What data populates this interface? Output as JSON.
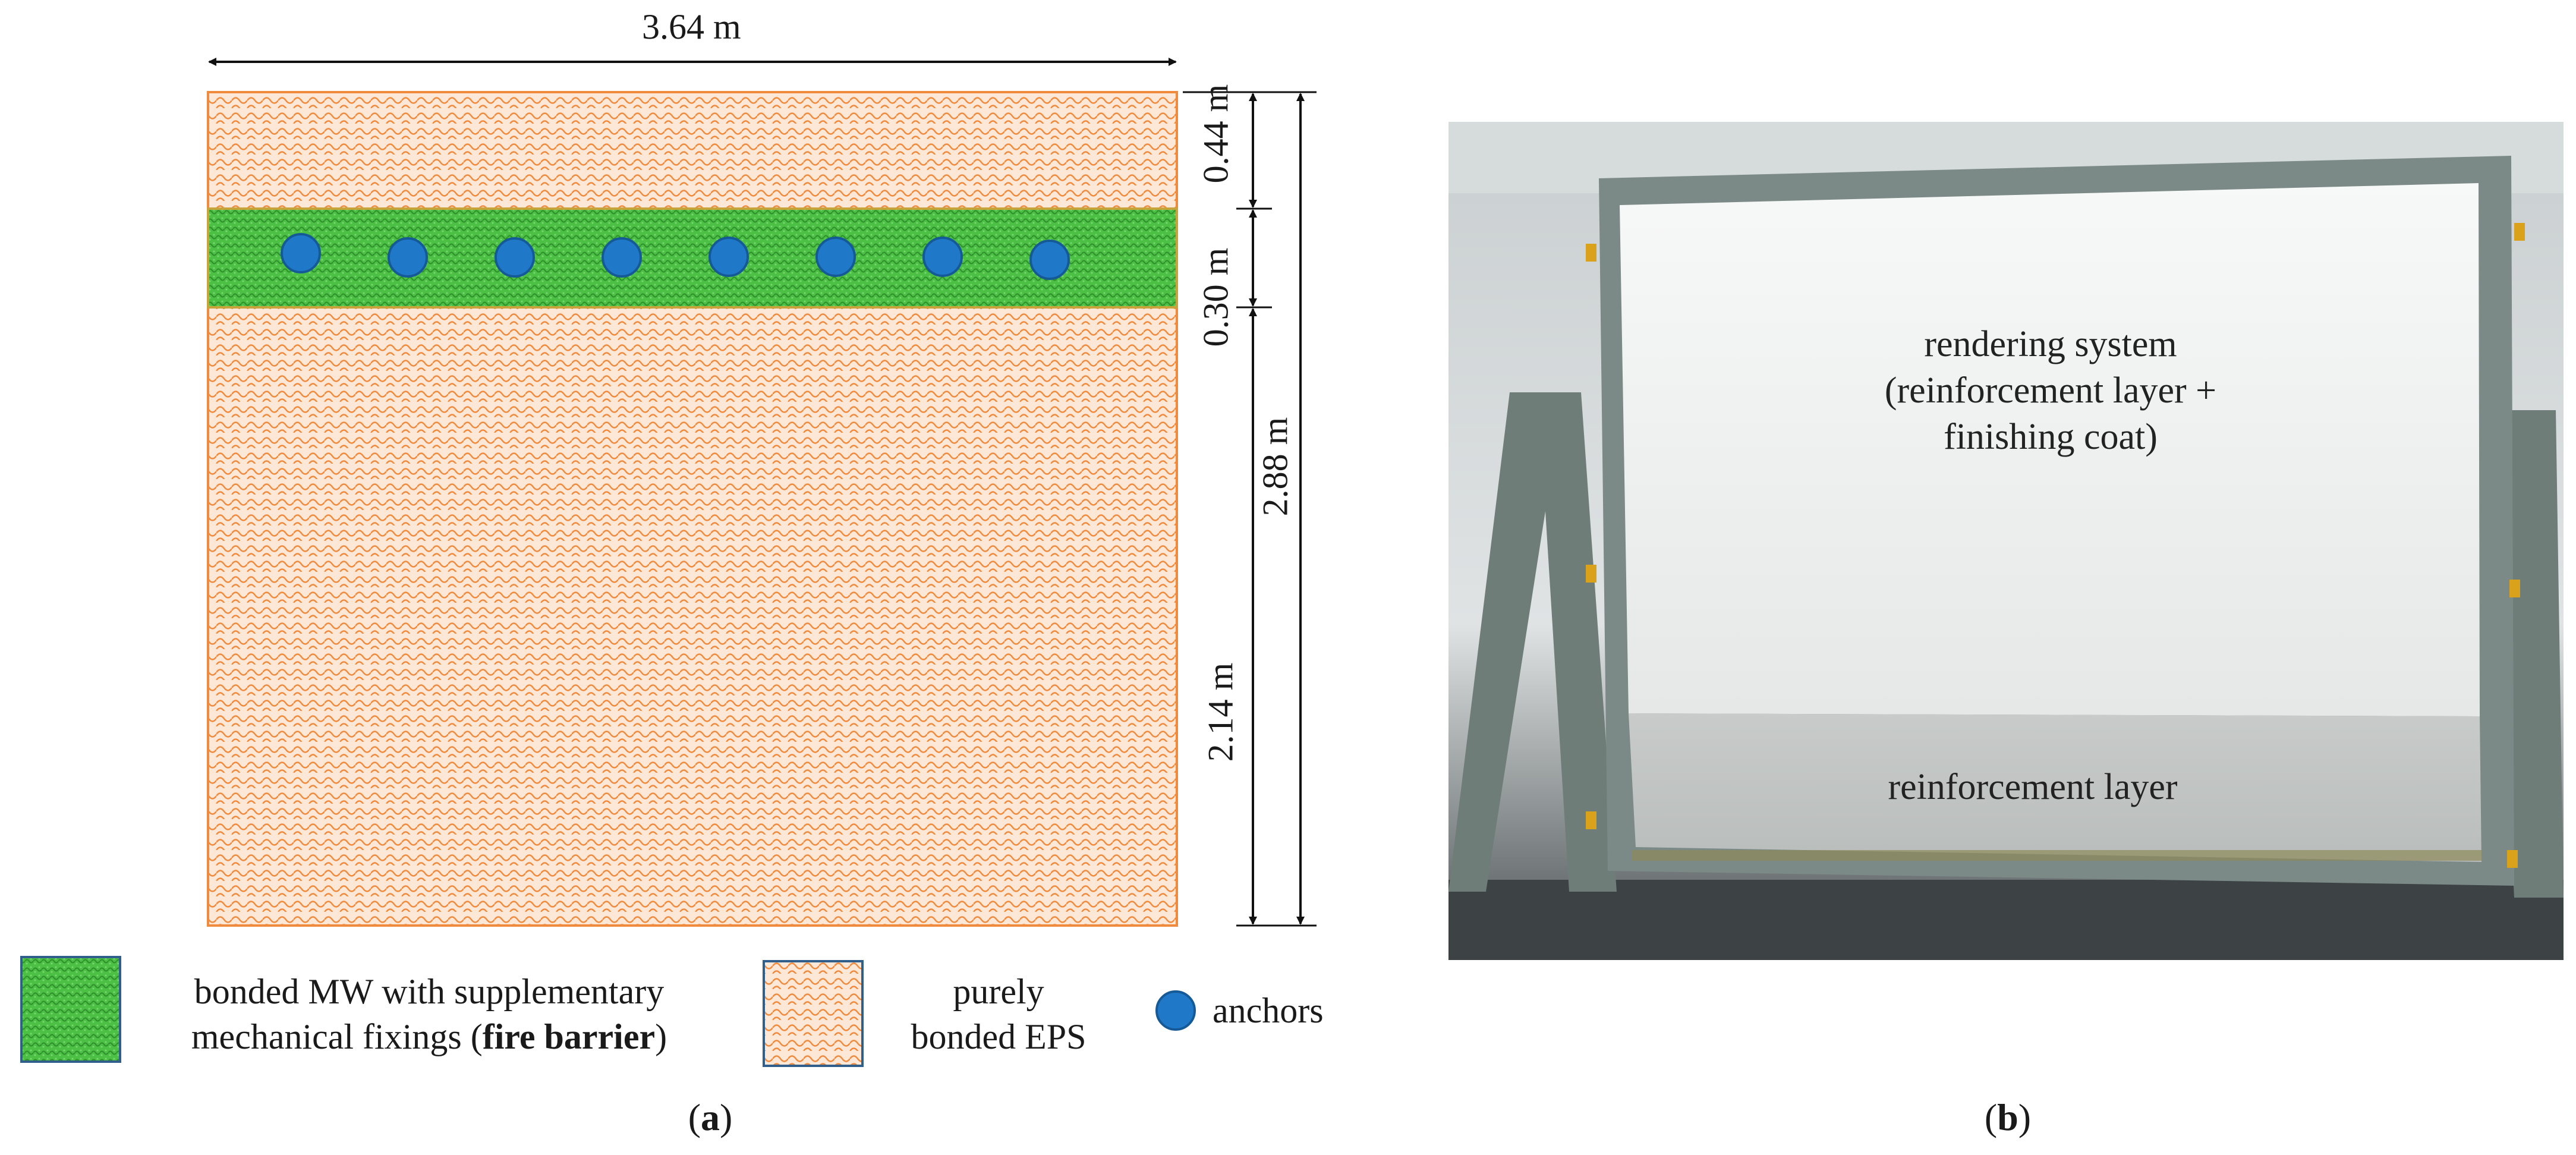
{
  "diagram": {
    "width_label": "3.64 m",
    "dim_top_band": "0.44 m",
    "dim_fire_barrier": "0.30 m",
    "dim_above_barrier": "2.88 m",
    "dim_lower_panel": "2.14 m",
    "anchor_count": 8
  },
  "legend": {
    "mw_line1": "bonded MW with supplementary",
    "mw_line2_prefix": "mechanical fixings (",
    "mw_line2_bold": "fire barrier",
    "mw_line2_suffix": ")",
    "eps_line1": "purely",
    "eps_line2": "bonded EPS",
    "anchors": "anchors"
  },
  "photo": {
    "rendering_line1": "rendering system",
    "rendering_line2": "(reinforcement layer +",
    "rendering_line3": "finishing coat)",
    "reinforcement": "reinforcement layer"
  },
  "captions": {
    "a_open": "(",
    "a_letter": "a",
    "a_close": ")",
    "b_open": "(",
    "b_letter": "b",
    "b_close": ")"
  },
  "colors": {
    "eps_orange": "#f08a3c",
    "mw_green": "#3db33a",
    "anchor_blue": "#1f78c8",
    "photo_frame": "#7b8a86"
  }
}
